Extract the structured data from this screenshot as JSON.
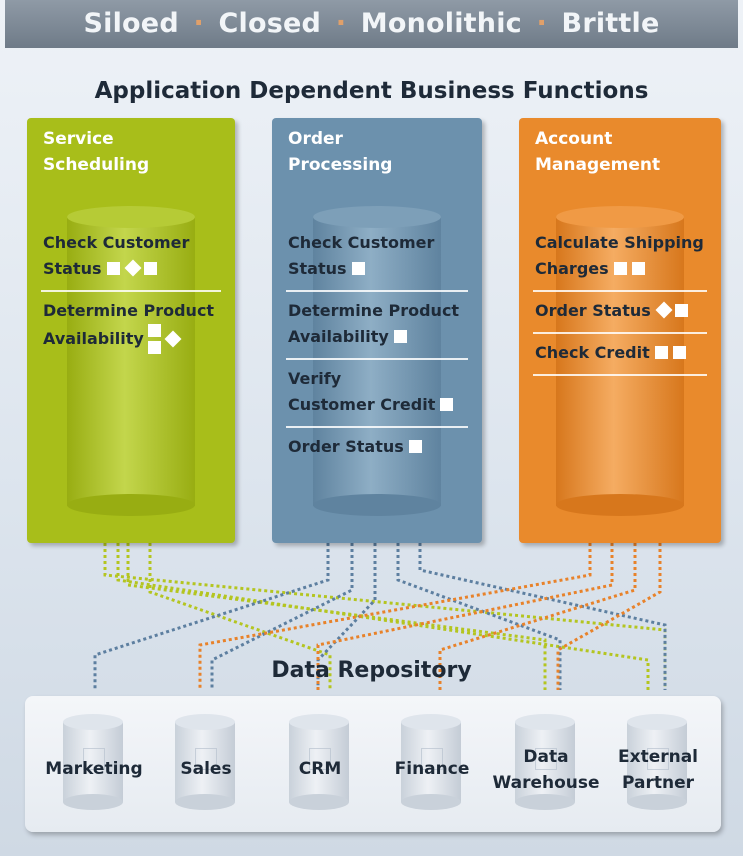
{
  "banner": {
    "words": [
      "Siloed",
      "Closed",
      "Monolithic",
      "Brittle"
    ],
    "separator": "·"
  },
  "apps_title": "Application Dependent Business Functions",
  "apps": [
    {
      "name": "Service\nScheduling",
      "color": "#a8be1a",
      "functions": [
        {
          "label": "Check Customer\nStatus",
          "marks": [
            "square",
            "diamond",
            "square"
          ]
        },
        {
          "label": "Determine Product\nAvailability",
          "marks": [
            "stack"
          ]
        }
      ]
    },
    {
      "name": "Order\nProcessing",
      "color": "#6c91ad",
      "functions": [
        {
          "label": "Check Customer\nStatus",
          "marks": [
            "square"
          ]
        },
        {
          "label": "Determine Product\nAvailability",
          "marks": [
            "square"
          ]
        },
        {
          "label": "Verify\nCustomer Credit",
          "marks": [
            "square"
          ]
        },
        {
          "label": "Order Status",
          "marks": [
            "square"
          ]
        }
      ]
    },
    {
      "name": "Account\nManagement",
      "color": "#e98a2c",
      "functions": [
        {
          "label": "Calculate Shipping\nCharges",
          "marks": [
            "square",
            "square"
          ]
        },
        {
          "label": "Order Status",
          "marks": [
            "diamond",
            "square"
          ]
        },
        {
          "label": "Check Credit",
          "marks": [
            "square",
            "square"
          ]
        },
        {
          "label": "",
          "marks": []
        }
      ]
    }
  ],
  "repo_title": "Data Repository",
  "repositories": [
    {
      "label": "Marketing"
    },
    {
      "label": "Sales"
    },
    {
      "label": "CRM"
    },
    {
      "label": "Finance"
    },
    {
      "label": "Data\nWarehouse"
    },
    {
      "label": "External\nPartner"
    }
  ]
}
